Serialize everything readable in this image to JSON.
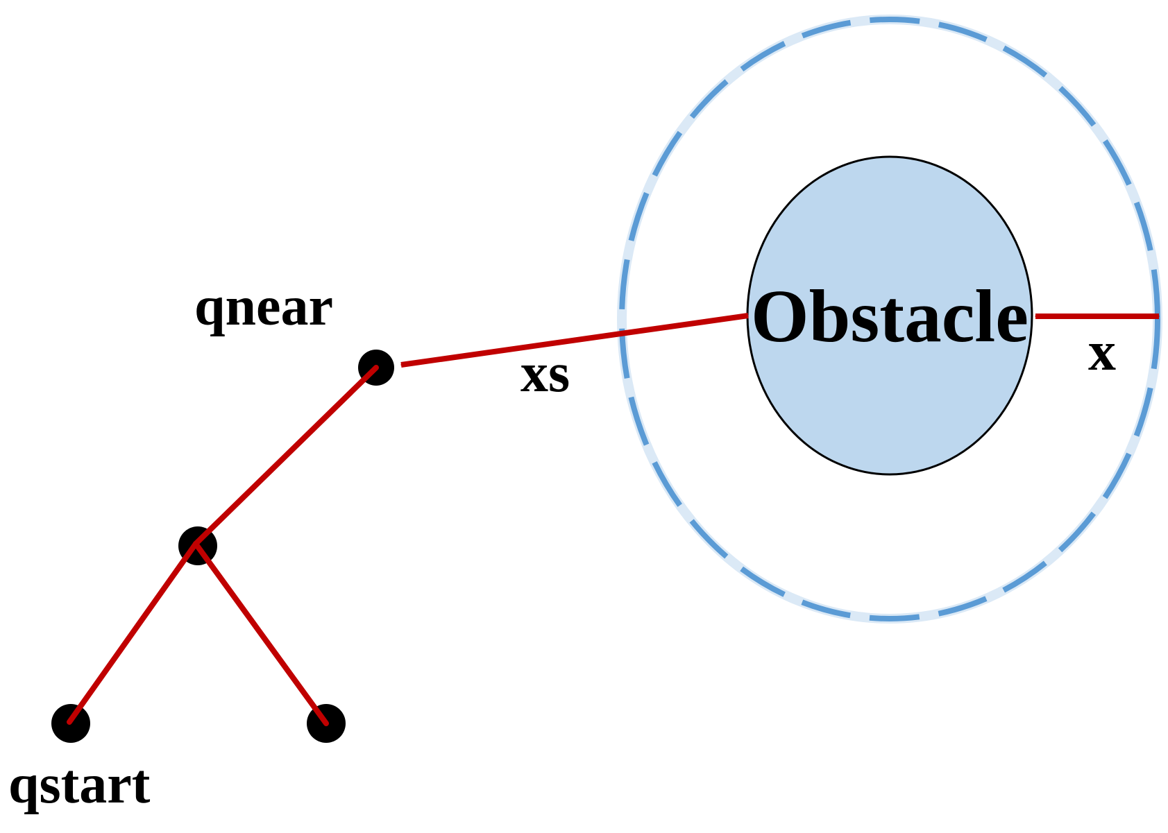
{
  "labels": {
    "obstacle": "Obstacle",
    "q_near": "qnear",
    "q_start": "qstart",
    "safety_distance": "xs",
    "margin": "x"
  },
  "colors": {
    "tree_edge": "#c00000",
    "tree_node": "#000000",
    "obstacle_fill": "#bdd7ee",
    "obstacle_stroke": "#000000",
    "safety_ring": "#5b9bd5",
    "safety_ring_glow": "#dbe9f6",
    "text": "#000000"
  },
  "icons": {
    "tree_node": "filled-circle-node",
    "distance_marker": "double-headed-arrow"
  }
}
